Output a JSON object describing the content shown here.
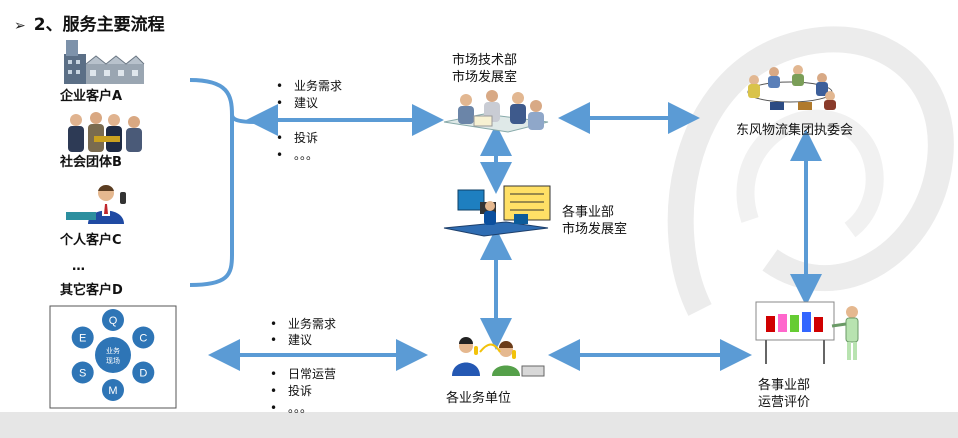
{
  "title": "2、服务主要流程",
  "customers": {
    "a": "企业客户A",
    "b": "社会团体B",
    "c": "个人客户C",
    "ellipsis": "…",
    "d": "其它客户D"
  },
  "request_bullets_top": [
    "业务需求",
    "建议",
    "投诉",
    "。。。"
  ],
  "request_bullets_bottom": [
    "业务需求",
    "建议",
    "日常运营",
    "投诉",
    "。。。"
  ],
  "nodes": {
    "market_dept": [
      "市场技术部",
      "市场发展室"
    ],
    "division_market": [
      "各事业部",
      "市场发展室"
    ],
    "committee": "东风物流集团执委会",
    "business_units": "各业务单位",
    "operations_eval": [
      "各事业部",
      "运营评价"
    ]
  },
  "qscdms": {
    "center": [
      "业务",
      "现场"
    ],
    "letters": [
      "Q",
      "C",
      "D",
      "M",
      "S",
      "E"
    ]
  },
  "colors": {
    "arrow": "#5b9bd5",
    "node_fill": "#2e75b6",
    "bar_red": "#d00000",
    "bar_pink": "#ff66cc",
    "bar_green": "#66cc33",
    "bar_blue": "#3366ff"
  },
  "icons": [
    "building-icon",
    "business-group-icon",
    "person-on-phone-icon",
    "team-analysis-icon",
    "office-workstation-icon",
    "boardroom-meeting-icon",
    "phone-call-icon",
    "presentation-chart-icon"
  ]
}
